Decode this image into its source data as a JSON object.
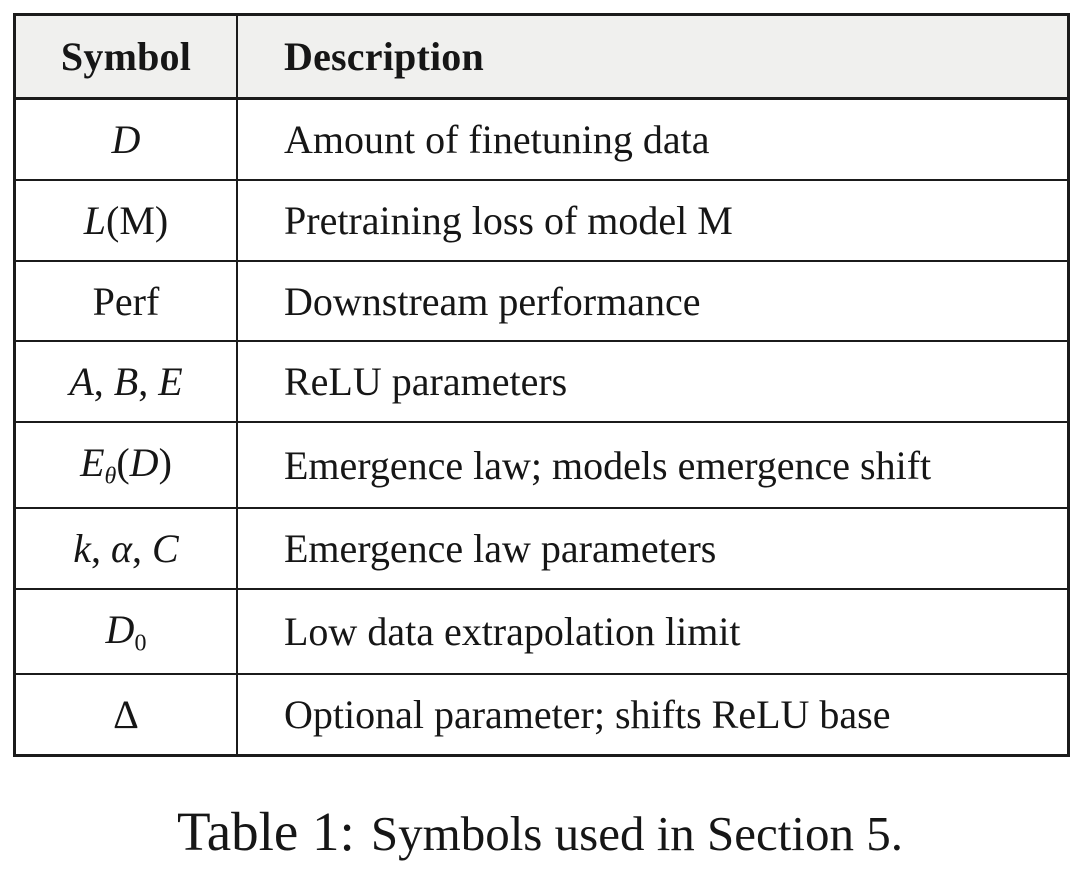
{
  "colors": {
    "page_background": "#ffffff",
    "header_background": "#f0f0ee",
    "border": "#1b1b1b",
    "text": "#161616"
  },
  "table": {
    "header": {
      "symbol": "Symbol",
      "description": "Description"
    },
    "rows": [
      {
        "symbol": [
          {
            "text": "D",
            "style": "italic"
          }
        ],
        "description": "Amount of finetuning data"
      },
      {
        "symbol": [
          {
            "text": "L",
            "style": "italic"
          },
          {
            "text": "(M)",
            "style": "upright"
          }
        ],
        "description": "Pretraining loss of model M"
      },
      {
        "symbol": [
          {
            "text": "Perf",
            "style": "upright"
          }
        ],
        "description": "Downstream performance"
      },
      {
        "symbol": [
          {
            "text": "A",
            "style": "italic"
          },
          {
            "text": ", ",
            "style": "upright"
          },
          {
            "text": "B",
            "style": "italic"
          },
          {
            "text": ", ",
            "style": "upright"
          },
          {
            "text": "E",
            "style": "italic"
          }
        ],
        "description": "ReLU parameters"
      },
      {
        "symbol": [
          {
            "text": "E",
            "style": "italic"
          },
          {
            "text": "θ",
            "style": "subscript-italic"
          },
          {
            "text": "(",
            "style": "upright"
          },
          {
            "text": "D",
            "style": "italic"
          },
          {
            "text": ")",
            "style": "upright"
          }
        ],
        "description": "Emergence law; models emergence shift"
      },
      {
        "symbol": [
          {
            "text": "k",
            "style": "italic"
          },
          {
            "text": ", ",
            "style": "upright"
          },
          {
            "text": "α",
            "style": "italic"
          },
          {
            "text": ", ",
            "style": "upright"
          },
          {
            "text": "C",
            "style": "italic"
          }
        ],
        "description": "Emergence law parameters"
      },
      {
        "symbol": [
          {
            "text": "D",
            "style": "italic"
          },
          {
            "text": "0",
            "style": "subscript-upright"
          }
        ],
        "description": "Low data extrapolation limit"
      },
      {
        "symbol": [
          {
            "text": "Δ",
            "style": "upright"
          }
        ],
        "description": "Optional parameter; shifts ReLU base"
      }
    ]
  },
  "caption": {
    "label": "Table 1:",
    "text": "Symbols used in Section 5."
  }
}
